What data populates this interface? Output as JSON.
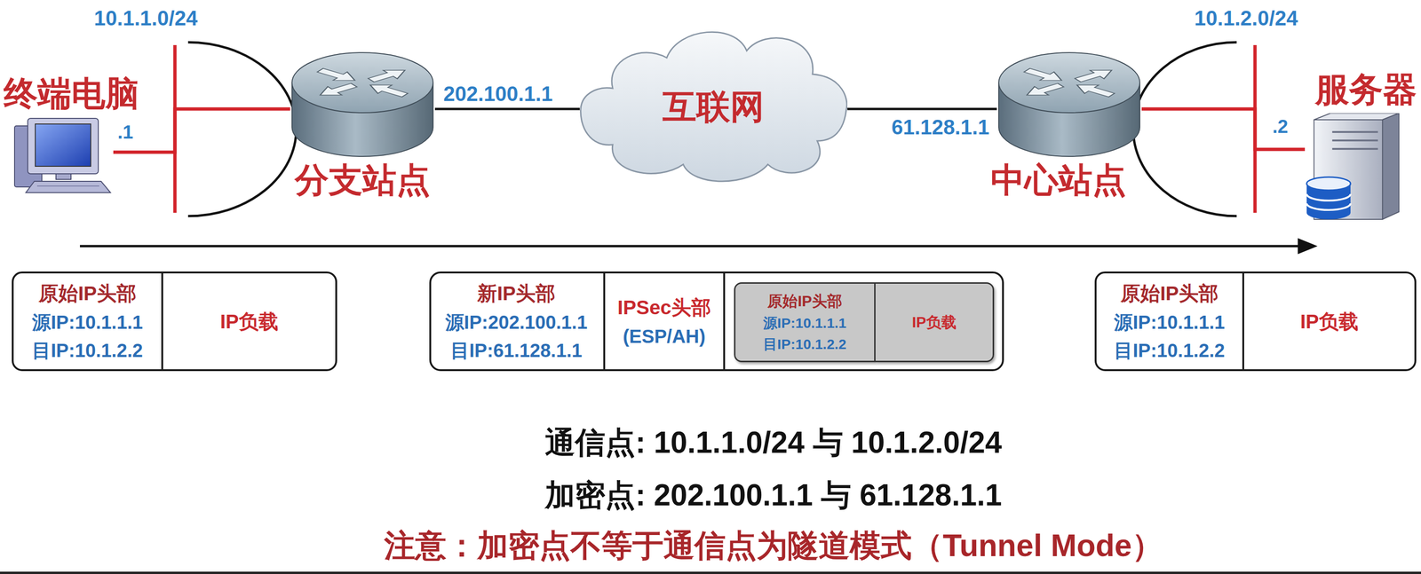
{
  "diagram": {
    "nodes": [
      {
        "text": [
          "终端电脑"
        ]
      },
      {
        "text": [
          "分支站点"
        ]
      },
      {
        "text": [
          "互联网"
        ]
      },
      {
        "text": [
          "中心站点"
        ]
      },
      {
        "text": [
          "服务器"
        ]
      },
      {
        "text": [
          "原始IP头部",
          "源IP:10.1.1.1",
          "目IP:10.1.2.2"
        ]
      },
      {
        "text": [
          "IP负载"
        ]
      },
      {
        "text": [
          "新IP头部",
          "源IP:202.100.1.1",
          "目IP:61.128.1.1"
        ]
      },
      {
        "text": [
          "IPSec头部",
          "(ESP/AH)"
        ]
      },
      {
        "text": [
          "原始IP头部",
          "源IP:10.1.1.1",
          "目IP:10.1.2.2"
        ]
      },
      {
        "text": [
          "IP负载"
        ]
      },
      {
        "text": [
          "原始IP头部",
          "源IP:10.1.1.1",
          "目IP:10.1.2.2"
        ]
      },
      {
        "text": [
          "IP负载"
        ]
      }
    ],
    "edges": [
      {
        "from": 0,
        "to": 1,
        "arrow": "none"
      },
      {
        "from": 1,
        "to": 2,
        "label": "202.100.1.1",
        "arrow": "none"
      },
      {
        "from": 2,
        "to": 3,
        "label": "61.128.1.1",
        "arrow": "none"
      },
      {
        "from": 3,
        "to": 4,
        "arrow": "none"
      }
    ],
    "labels": [
      "10.1.1.0/24",
      ".1",
      "10.1.2.0/24",
      ".2",
      "通信点: 10.1.1.0/24 与 10.1.2.0/24",
      "加密点: 202.100.1.1 与 61.128.1.1",
      "注意：加密点不等于通信点为隧道模式（Tunnel Mode）"
    ]
  }
}
